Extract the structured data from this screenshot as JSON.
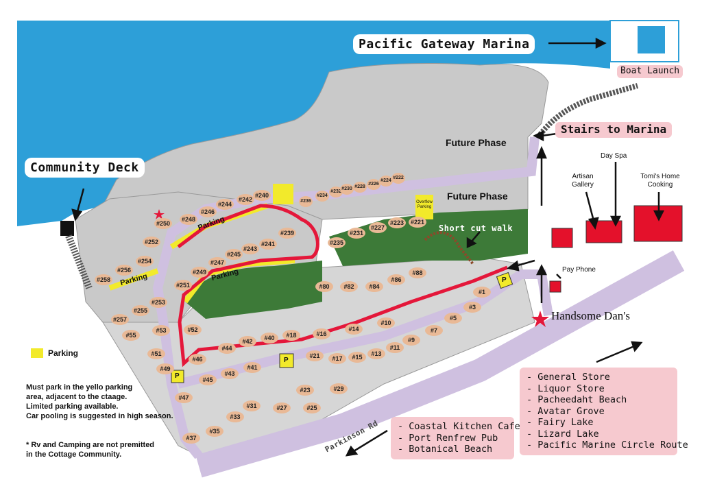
{
  "colors": {
    "water": "#2d9fd8",
    "land": "#c9c9c9",
    "road": "#cfc0e0",
    "forest": "#3d7a38",
    "route": "#e4173a",
    "parking": "#f2ea2b",
    "building": "#e4112b",
    "pink_box": "#f6c9cf",
    "lot_marker": "#e9b996"
  },
  "titles": {
    "marina": "Pacific Gateway Marina",
    "community_deck": "Community Deck",
    "boat_launch": "Boat Launch",
    "stairs": "Stairs to Marina",
    "future1": "Future Phase",
    "future2": "Future Phase",
    "shortcut": "Short cut walk",
    "handsome": "Handsome Dan's",
    "parkinson": "Parkinson Rd",
    "overflow": "Overflow Parking"
  },
  "buildings": {
    "artisan": "Artisan Gallery",
    "dayspa": "Day Spa",
    "tomis": "Tomi's Home Cooking",
    "payphone": "Pay Phone"
  },
  "parking_labels": [
    "Parking",
    "Parking",
    "Parking"
  ],
  "legend": {
    "parking": "Parking",
    "p_letter": "P"
  },
  "notes": {
    "line1": "Must park in the yello parking",
    "line2": "area, adjacent to the ctaage.",
    "line3": "Limited parking available.",
    "line4": "Car pooling is suggested in high season.",
    "line5": "* Rv and Camping are not premitted",
    "line6": "in the Cottage Community."
  },
  "destinations_east": [
    "- General Store",
    "- Liquor Store",
    "- Pacheedaht Beach",
    "- Avatar Grove",
    "- Fairy Lake",
    "- Lizard Lake",
    "- Pacific Marine Circle Route"
  ],
  "destinations_west": [
    "- Coastal Kitchen Cafe",
    "- Port Renfrew Pub",
    "- Botanical Beach"
  ],
  "lots": [
    {
      "id": "#250"
    },
    {
      "id": "#248"
    },
    {
      "id": "#246"
    },
    {
      "id": "#244"
    },
    {
      "id": "#242"
    },
    {
      "id": "#240"
    },
    {
      "id": "#236"
    },
    {
      "id": "#234"
    },
    {
      "id": "#232"
    },
    {
      "id": "#230"
    },
    {
      "id": "#228"
    },
    {
      "id": "#226"
    },
    {
      "id": "#224"
    },
    {
      "id": "#222"
    },
    {
      "id": "#252"
    },
    {
      "id": "#254"
    },
    {
      "id": "#256"
    },
    {
      "id": "#258"
    },
    {
      "id": "#239"
    },
    {
      "id": "#241"
    },
    {
      "id": "#243"
    },
    {
      "id": "#245"
    },
    {
      "id": "#247"
    },
    {
      "id": "#249"
    },
    {
      "id": "#251"
    },
    {
      "id": "#253"
    },
    {
      "id": "#255"
    },
    {
      "id": "#257"
    },
    {
      "id": "#235"
    },
    {
      "id": "#231"
    },
    {
      "id": "#227"
    },
    {
      "id": "#223"
    },
    {
      "id": "#221"
    },
    {
      "id": "#80"
    },
    {
      "id": "#82"
    },
    {
      "id": "#84"
    },
    {
      "id": "#86"
    },
    {
      "id": "#88"
    },
    {
      "id": "#1"
    },
    {
      "id": "#3"
    },
    {
      "id": "#5"
    },
    {
      "id": "#7"
    },
    {
      "id": "#9"
    },
    {
      "id": "#10"
    },
    {
      "id": "#11"
    },
    {
      "id": "#13"
    },
    {
      "id": "#14"
    },
    {
      "id": "#15"
    },
    {
      "id": "#16"
    },
    {
      "id": "#17"
    },
    {
      "id": "#18"
    },
    {
      "id": "#21"
    },
    {
      "id": "#23"
    },
    {
      "id": "#25"
    },
    {
      "id": "#27"
    },
    {
      "id": "#29"
    },
    {
      "id": "#31"
    },
    {
      "id": "#33"
    },
    {
      "id": "#35"
    },
    {
      "id": "#37"
    },
    {
      "id": "#40"
    },
    {
      "id": "#41"
    },
    {
      "id": "#42"
    },
    {
      "id": "#43"
    },
    {
      "id": "#44"
    },
    {
      "id": "#45"
    },
    {
      "id": "#46"
    },
    {
      "id": "#47"
    },
    {
      "id": "#49"
    },
    {
      "id": "#51"
    },
    {
      "id": "#52"
    },
    {
      "id": "#53"
    },
    {
      "id": "#55"
    }
  ]
}
